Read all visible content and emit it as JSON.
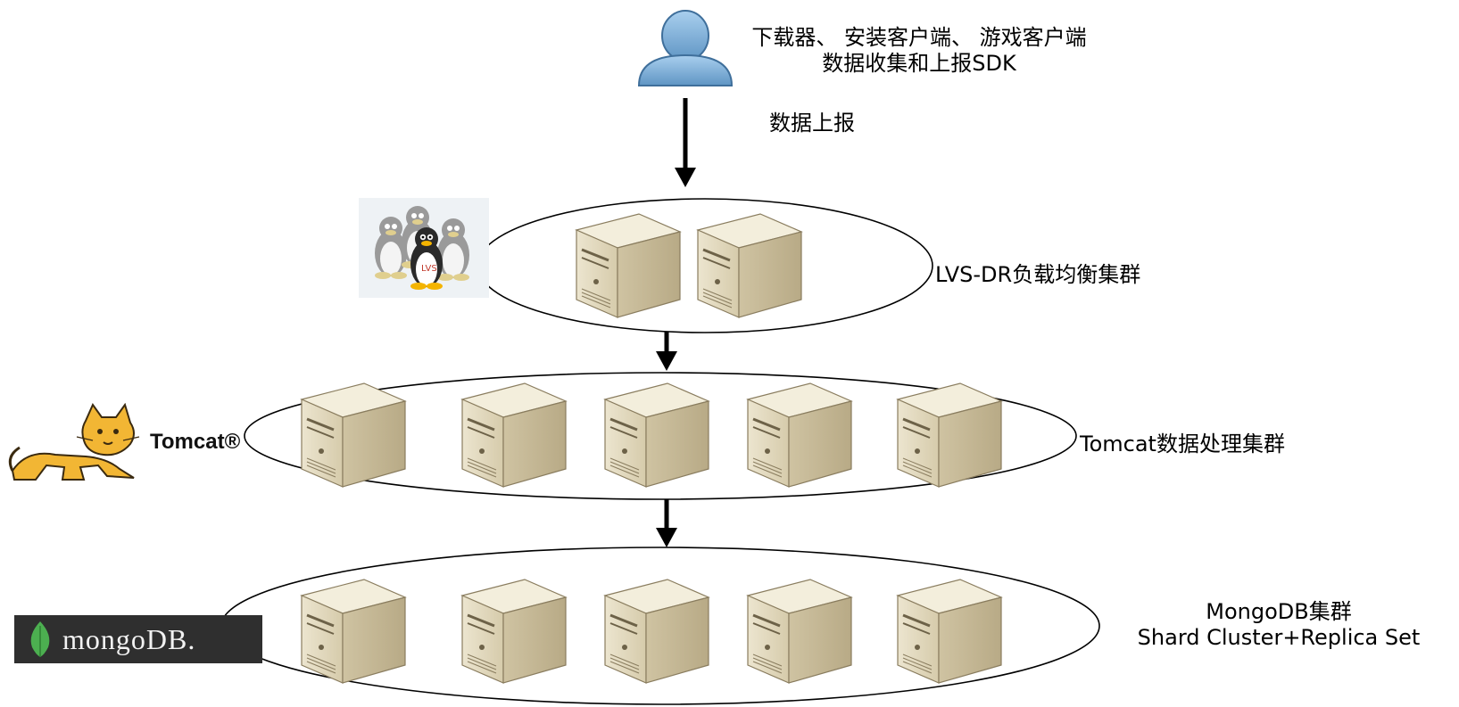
{
  "client": {
    "line1": "下载器、 安装客户端、 游戏客户端",
    "line2": "数据收集和上报SDK",
    "icon": "user-icon"
  },
  "flow": {
    "report_label": "数据上报"
  },
  "clusters": {
    "lvs": {
      "label": "LVS-DR负载均衡集群",
      "logo": "linux-penguins-logo",
      "logo_text": "LVS",
      "server_count": 2
    },
    "tomcat": {
      "label": "Tomcat数据处理集群",
      "logo": "tomcat-logo",
      "logo_text": "Tomcat®",
      "server_count": 5
    },
    "mongodb": {
      "label_line1": "MongoDB集群",
      "label_line2": "Shard Cluster+Replica Set",
      "logo": "mongodb-logo",
      "logo_text": "mongoDB.",
      "server_count": 5
    }
  },
  "colors": {
    "user": "#7fb2d9",
    "server": "#e5dcc3",
    "tomcat": "#f2b634",
    "mongo_bg": "#2f2f2f",
    "mongo_leaf": "#4caf50"
  }
}
